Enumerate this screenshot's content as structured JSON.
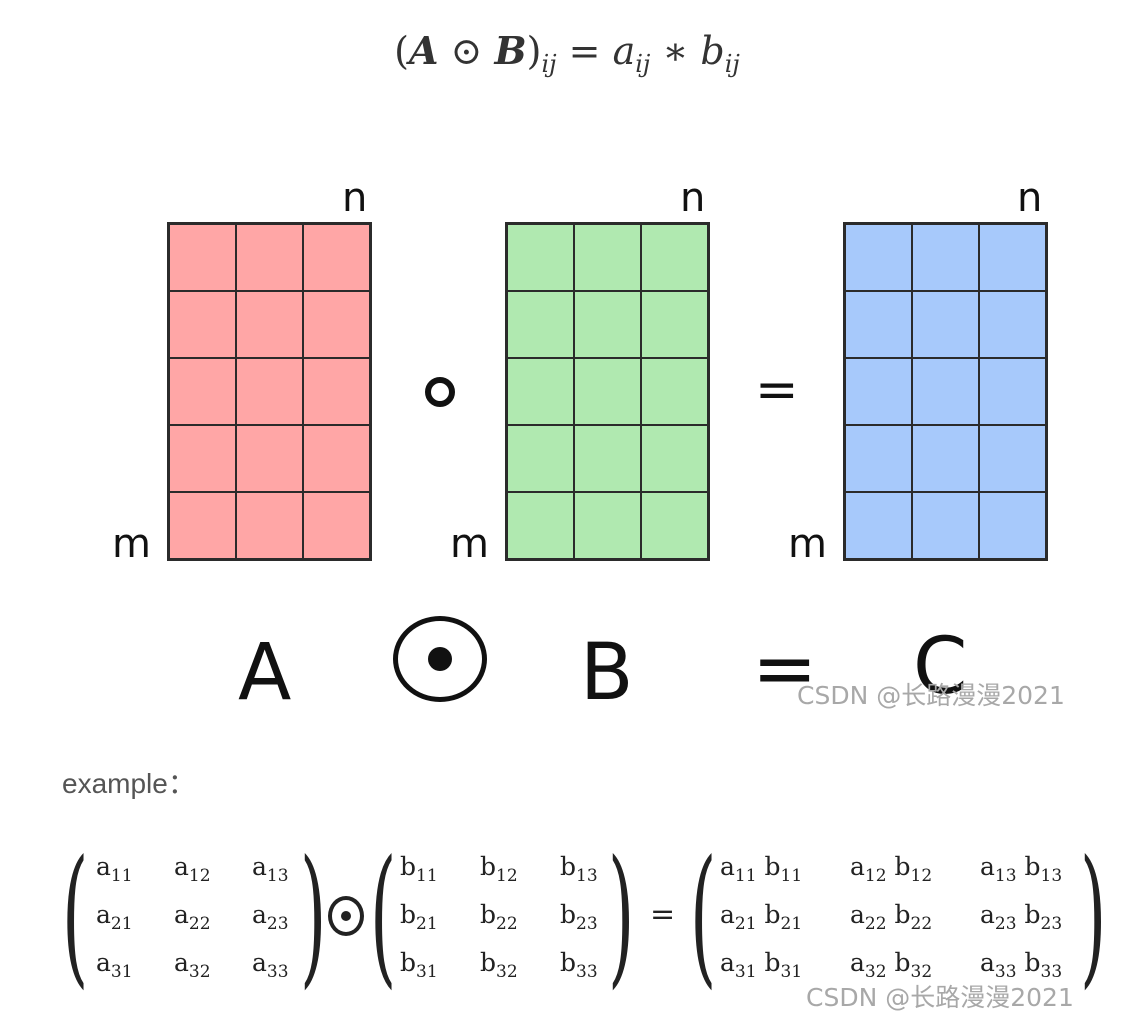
{
  "formula": {
    "open": "(",
    "A": "A",
    "op": "⊙",
    "B": "B",
    "close": ")",
    "ij_lhs": "ij",
    "equals": "=",
    "a": "a",
    "ij_a": "ij",
    "times": "∗",
    "b": "b",
    "ij_b": "ij"
  },
  "diagram": {
    "n_label": "n",
    "m_label": "m",
    "hadamard_small": "∘",
    "equals": "=",
    "label_a": "A",
    "label_b": "B",
    "label_c": "C",
    "colors": {
      "a": "#ffa6a6",
      "b": "#b0e9b0",
      "c": "#a7c9fb"
    },
    "rows": 5,
    "cols": 3
  },
  "watermark": "CSDN @长路漫漫2021",
  "example": {
    "label": "example：",
    "matrix_a": [
      [
        "a11",
        "a12",
        "a13"
      ],
      [
        "a21",
        "a22",
        "a23"
      ],
      [
        "a31",
        "a32",
        "a33"
      ]
    ],
    "matrix_b": [
      [
        "b11",
        "b12",
        "b13"
      ],
      [
        "b21",
        "b22",
        "b23"
      ],
      [
        "b31",
        "b32",
        "b33"
      ]
    ],
    "matrix_c": [
      [
        "a11 b11",
        "a12 b12",
        "a13 b13"
      ],
      [
        "a21 b21",
        "a22 b22",
        "a23 b23"
      ],
      [
        "a31 b31",
        "a32 b32",
        "a33 b33"
      ]
    ],
    "equals": "="
  }
}
